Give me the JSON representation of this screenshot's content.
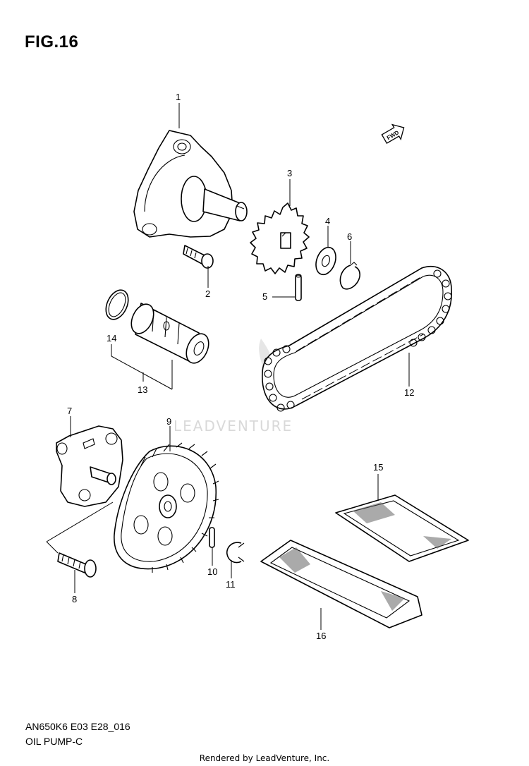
{
  "figure": {
    "title": "FIG.16",
    "code": "AN650K6 E03 E28_016",
    "subtitle": "OIL PUMP-C",
    "credit": "Rendered by LeadVenture, Inc.",
    "watermark": "LEADVENTURE",
    "fwd_label": "FWD"
  },
  "callouts": {
    "c1": "1",
    "c2": "2",
    "c3": "3",
    "c4": "4",
    "c5": "5",
    "c6": "6",
    "c7": "7",
    "c8": "8",
    "c9": "9",
    "c10": "10",
    "c11": "11",
    "c12": "12",
    "c13": "13",
    "c14": "14",
    "c15": "15",
    "c16": "16"
  }
}
